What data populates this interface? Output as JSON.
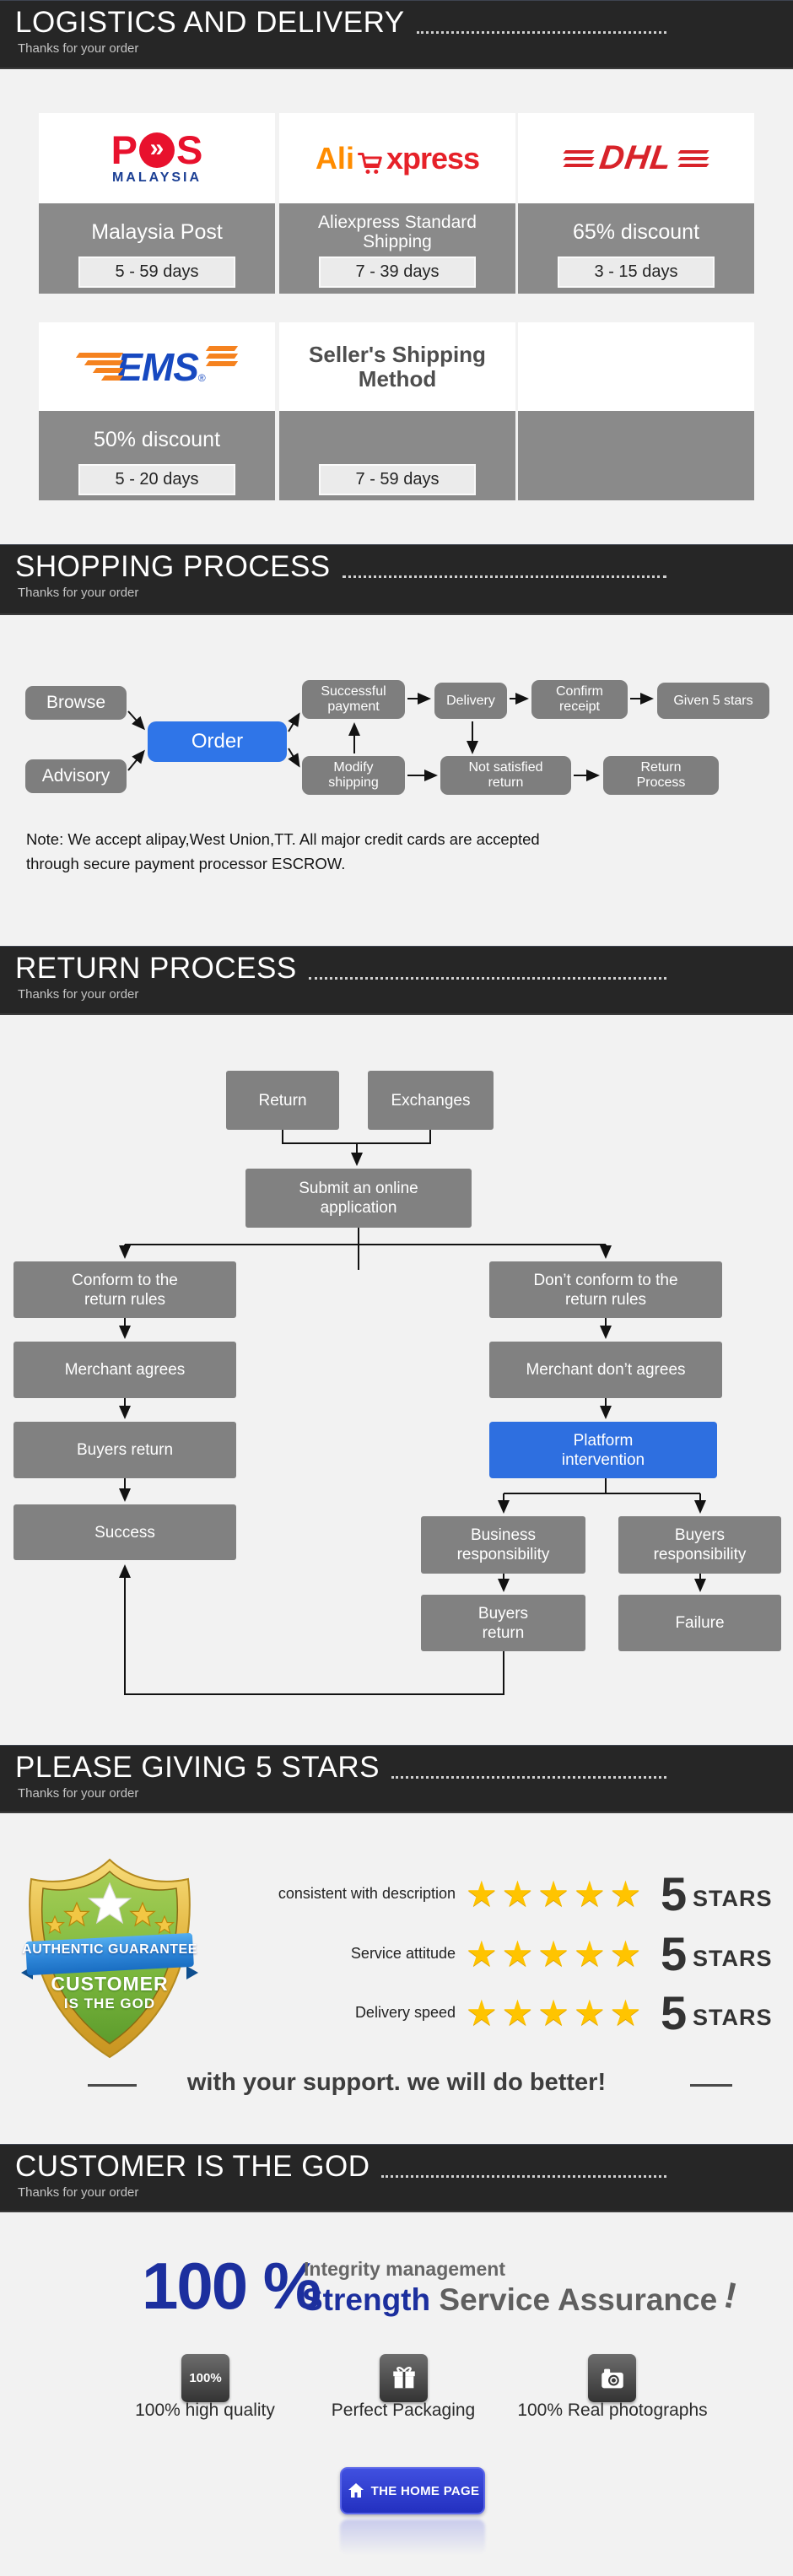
{
  "headers": {
    "logistics": {
      "title": "LOGISTICS AND DELIVERY",
      "subtitle": "Thanks for your order"
    },
    "shopping": {
      "title": "SHOPPING PROCESS",
      "subtitle": "Thanks for your order"
    },
    "returns": {
      "title": "RETURN PROCESS",
      "subtitle": "Thanks for your order"
    },
    "stars": {
      "title": "PLEASE GIVING 5 STARS",
      "subtitle": "Thanks for your order"
    },
    "customer": {
      "title": "CUSTOMER IS THE GOD",
      "subtitle": "Thanks for your order"
    }
  },
  "logistics": {
    "logos": {
      "pos_p": "P",
      "pos_chevron": "»",
      "pos_s": "S",
      "pos_country": "MALAYSIA",
      "ali_prefix": "Ali",
      "ali_suffix": "xpress",
      "dhl": "DHL",
      "ems": "EMS",
      "ems_reg": "®",
      "seller_method": "Seller's Shipping\nMethod"
    },
    "cells": [
      {
        "label": "Malaysia Post",
        "days": "5 - 59 days"
      },
      {
        "label": "Aliexpress Standard\nShipping",
        "days": "7 - 39 days"
      },
      {
        "label": "65% discount",
        "days": "3 - 15 days"
      },
      {
        "label": "50% discount",
        "days": "5 - 20 days"
      },
      {
        "label": "",
        "days": "7 - 59 days"
      }
    ]
  },
  "shopping_flow": {
    "nodes": [
      {
        "label": "Browse"
      },
      {
        "label": "Advisory"
      },
      {
        "label": "Order"
      },
      {
        "label": "Successful\npayment"
      },
      {
        "label": "Delivery"
      },
      {
        "label": "Confirm\nreceipt"
      },
      {
        "label": "Given 5 stars"
      },
      {
        "label": "Modify\nshipping"
      },
      {
        "label": "Not satisfied\nreturn"
      },
      {
        "label": "Return\nProcess"
      }
    ],
    "note": "Note: We accept alipay,West Union,TT. All major credit cards are accepted\nthrough secure payment processor ESCROW."
  },
  "return_flow": {
    "nodes": [
      {
        "label": "Return"
      },
      {
        "label": "Exchanges"
      },
      {
        "label": "Submit an online\napplication"
      },
      {
        "label": "Conform to the\nreturn rules"
      },
      {
        "label": "Don’t conform to the\nreturn rules"
      },
      {
        "label": "Merchant agrees"
      },
      {
        "label": "Merchant don’t agrees"
      },
      {
        "label": "Buyers return"
      },
      {
        "label": "Platform\nintervention"
      },
      {
        "label": "Success"
      },
      {
        "label": "Business\nresponsibility"
      },
      {
        "label": "Buyers\nresponsibility"
      },
      {
        "label": "Buyers\nreturn"
      },
      {
        "label": "Failure"
      }
    ]
  },
  "stars_section": {
    "badge": {
      "ribbon": "AUTHENTIC GUARANTEE",
      "name1": "CUSTOMER",
      "name2": "IS THE GOD"
    },
    "star_row": "★★★★★",
    "rows": [
      {
        "label": "consistent with description",
        "count": "5",
        "unit": "STARS"
      },
      {
        "label": "Service attitude",
        "count": "5",
        "unit": "STARS"
      },
      {
        "label": "Delivery speed",
        "count": "5",
        "unit": "STARS"
      }
    ],
    "support": "with your support. we will do better!"
  },
  "customer_section": {
    "percent": "100 %",
    "integrity": "Integrity management",
    "strength": "Strength",
    "assurance": " Service Assurance",
    "exclaim": "!",
    "features": [
      {
        "badge": "100%",
        "label": "100% high quality"
      },
      {
        "badge": "",
        "label": "Perfect Packaging"
      },
      {
        "badge": "",
        "label": "100% Real photographs"
      }
    ],
    "home_button": "THE HOME PAGE"
  }
}
